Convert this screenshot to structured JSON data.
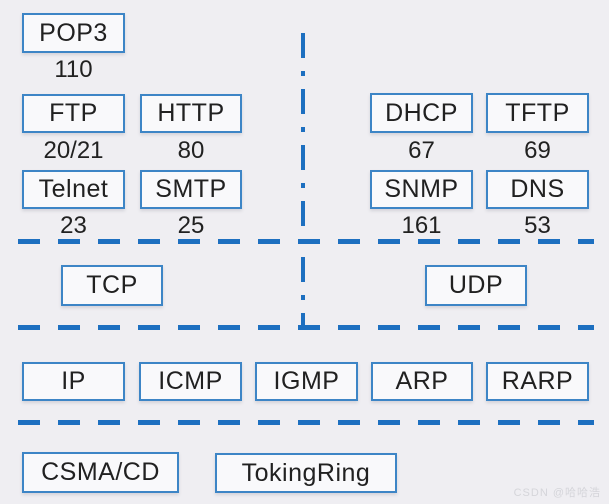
{
  "diagram": {
    "application_layer": {
      "tcp_side": [
        {
          "label": "POP3",
          "port": "110"
        },
        {
          "label": "FTP",
          "port": "20/21"
        },
        {
          "label": "HTTP",
          "port": "80"
        },
        {
          "label": "Telnet",
          "port": "23"
        },
        {
          "label": "SMTP",
          "port": "25"
        }
      ],
      "udp_side": [
        {
          "label": "DHCP",
          "port": "67"
        },
        {
          "label": "TFTP",
          "port": "69"
        },
        {
          "label": "SNMP",
          "port": "161"
        },
        {
          "label": "DNS",
          "port": "53"
        }
      ]
    },
    "transport_layer": [
      {
        "label": "TCP"
      },
      {
        "label": "UDP"
      }
    ],
    "network_layer": [
      {
        "label": "IP"
      },
      {
        "label": "ICMP"
      },
      {
        "label": "IGMP"
      },
      {
        "label": "ARP"
      },
      {
        "label": "RARP"
      }
    ],
    "link_layer": [
      {
        "label": "CSMA/CD"
      },
      {
        "label": "TokingRing"
      }
    ]
  },
  "watermark": "CSDN @哈哈浩",
  "colors": {
    "background": "#efeef2",
    "box_border": "#3d85c6",
    "box_fill": "#f9f9fb",
    "divider_blue": "#1d6fc0",
    "text": "#212121",
    "watermark_gray": "#d5d5da"
  }
}
